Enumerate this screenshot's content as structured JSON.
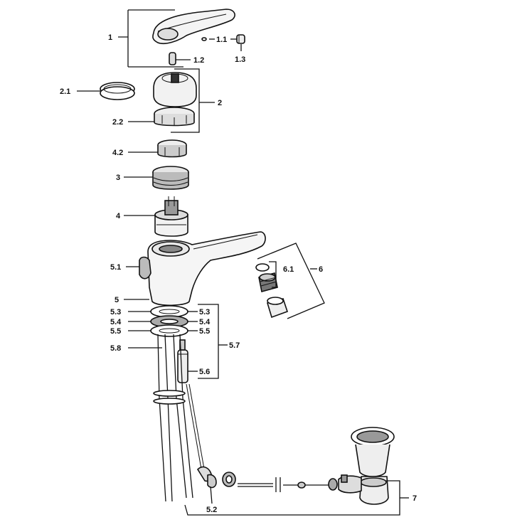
{
  "labels": {
    "l1": "1",
    "l1_1": "1.1",
    "l1_2": "1.2",
    "l1_3": "1.3",
    "l2": "2",
    "l2_1": "2.1",
    "l2_2": "2.2",
    "l3": "3",
    "l4": "4",
    "l4_2": "4.2",
    "l5": "5",
    "l5_1": "5.1",
    "l5_2": "5.2",
    "l5_3a": "5.3",
    "l5_3b": "5.3",
    "l5_4a": "5.4",
    "l5_4b": "5.4",
    "l5_5a": "5.5",
    "l5_5b": "5.5",
    "l5_6": "5.6",
    "l5_7": "5.7",
    "l5_8": "5.8",
    "l6": "6",
    "l6_1": "6.1",
    "l7": "7"
  }
}
